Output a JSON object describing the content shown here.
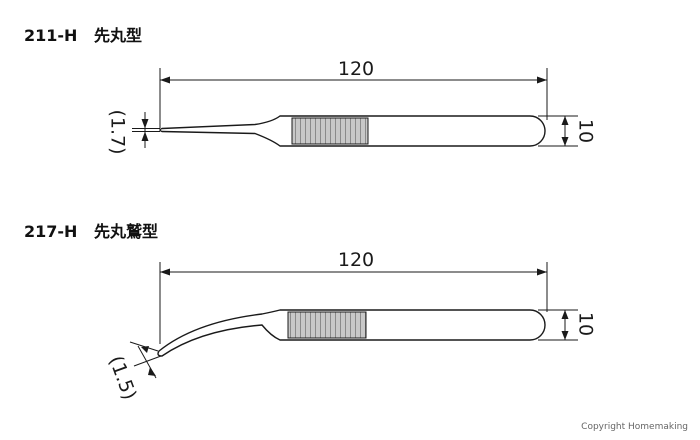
{
  "products": [
    {
      "code": "211-H",
      "name": "先丸型",
      "length_label": "120",
      "width_label": "10",
      "tip_label": "(1.7)"
    },
    {
      "code": "217-H",
      "name": "先丸鷲型",
      "length_label": "120",
      "width_label": "10",
      "tip_label": "(1.5)"
    }
  ],
  "footer": {
    "copyright": "Copyright Homemaking"
  },
  "colors": {
    "outline": "#1a1a1a",
    "grip_fill": "#c8c8c8",
    "grip_lines": "#8a8a8a"
  }
}
